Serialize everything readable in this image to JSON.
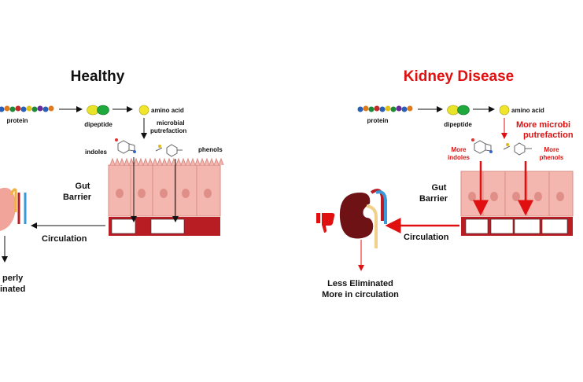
{
  "colors": {
    "dark": "#111111",
    "red": "#e01010",
    "tissue": "#f3b7b0",
    "tissue_edge": "#d98b83",
    "blood": "#b81d24",
    "kidney": "#6e1216"
  },
  "healthy": {
    "title": "Healthy",
    "protein": "protein",
    "dipeptide": "dipeptide",
    "amino_acid": "amino acid",
    "putrefaction_line1": "microbial",
    "putrefaction_line2": "putrefaction",
    "indoles": "indoles",
    "phenols": "phenols",
    "gut_barrier_line1": "Gut",
    "gut_barrier_line2": "Barrier",
    "circulation": "Circulation",
    "outcome_line1": "perly",
    "outcome_line2": "inated"
  },
  "kidney": {
    "title": "Kidney Disease",
    "protein": "protein",
    "dipeptide": "dipeptide",
    "amino_acid": "amino acid",
    "putrefaction_line1": "More microbi",
    "putrefaction_line2": "putrefaction",
    "indoles_line1": "More",
    "indoles_line2": "indoles",
    "phenols_line1": "More",
    "phenols_line2": "phenols",
    "gut_barrier_line1": "Gut",
    "gut_barrier_line2": "Barrier",
    "circulation": "Circulation",
    "outcome_line1": "Less Eliminated",
    "outcome_line2": "More in circulation",
    "status_icon": "thumbs-down-icon"
  }
}
